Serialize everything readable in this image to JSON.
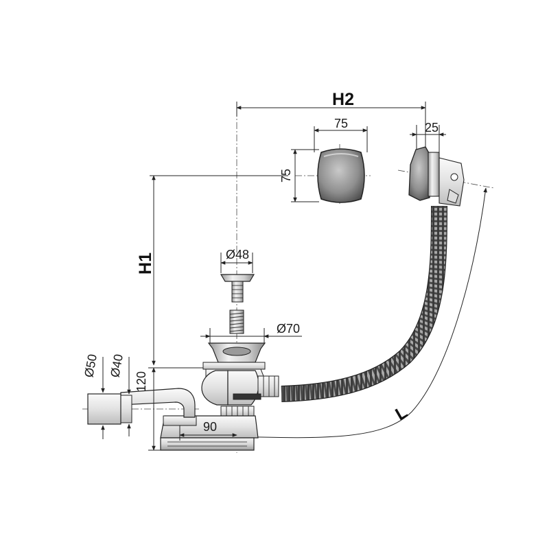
{
  "dimensions": {
    "h2": "H2",
    "h1": "H1",
    "l": "L",
    "cap_width": "75",
    "cap_height": "75",
    "overflow_depth": "25",
    "plug_diameter": "Ø48",
    "waste_diameter": "Ø70",
    "outlet_d50": "Ø50",
    "outlet_d40": "Ø40",
    "trap_height": "120",
    "trap_offset": "90"
  },
  "colors": {
    "line": "#222222",
    "metal_light": "#e6e6e6",
    "metal_dark": "#6e6e6e",
    "hose": "#8a8a8a"
  }
}
